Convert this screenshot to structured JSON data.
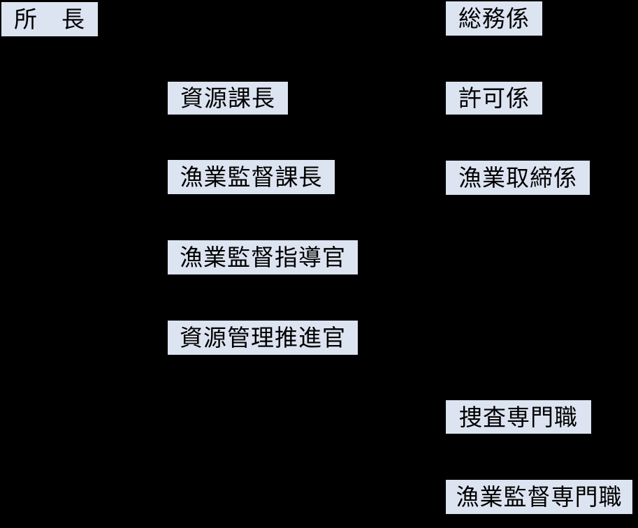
{
  "colors": {
    "background": "#000000",
    "node_fill": "#dde4f1",
    "node_text": "#000000"
  },
  "nodes": {
    "director": {
      "label": "所　長"
    },
    "resources_section_chief": {
      "label": "資源課長"
    },
    "fisheries_supervision_section_chief": {
      "label": "漁業監督課長"
    },
    "fisheries_supervision_guidance_officer": {
      "label": "漁業監督指導官"
    },
    "resource_management_promotion_officer": {
      "label": "資源管理推進官"
    },
    "general_affairs_section": {
      "label": "総務係"
    },
    "permit_section": {
      "label": "許可係"
    },
    "fisheries_control_section": {
      "label": "漁業取締係"
    },
    "investigation_specialist": {
      "label": "捜査専門職"
    },
    "fisheries_supervision_specialist": {
      "label": "漁業監督専門職"
    }
  }
}
